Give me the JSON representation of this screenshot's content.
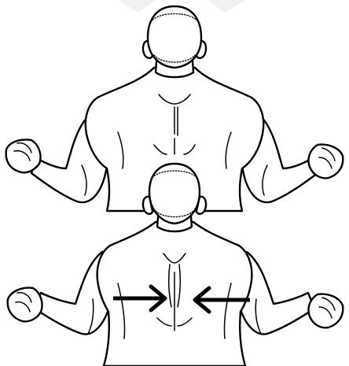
{
  "figure": {
    "panels": [
      {
        "pose": "relaxed-back"
      },
      {
        "pose": "shoulder-blades-squeezed"
      }
    ],
    "arrows": [
      {
        "direction": "right"
      },
      {
        "direction": "left"
      }
    ],
    "colors": {
      "ink": "#000000",
      "background": "#ffffff",
      "watermark": "#f1f1f1"
    }
  }
}
